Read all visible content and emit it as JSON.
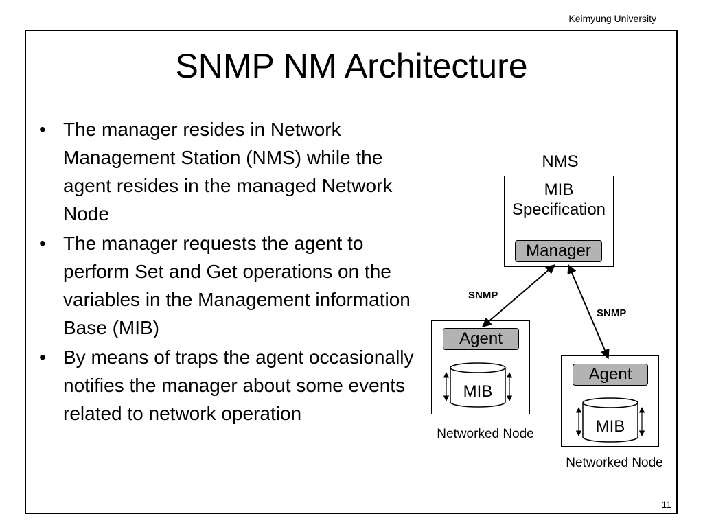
{
  "header": {
    "institution": "Keimyung University",
    "page_number": "11"
  },
  "slide": {
    "title": "SNMP NM Architecture",
    "bullets": [
      "The manager resides in Network Management Station (NMS) while the agent resides in the managed Network Node",
      "The manager requests the agent to perform Set and Get operations on the variables in the Management information Base (MIB)",
      "By means of traps the agent occasionally notifies the manager about some events related to network operation"
    ]
  },
  "diagram": {
    "nms": {
      "label": "NMS",
      "mib_line1": "MIB",
      "mib_line2": "Specification",
      "manager": "Manager"
    },
    "node_left": {
      "agent": "Agent",
      "mib": "MIB",
      "label": "Networked Node"
    },
    "node_right": {
      "agent": "Agent",
      "mib": "MIB",
      "label": "Networked Node"
    },
    "protocol_left": "SNMP",
    "protocol_right": "SNMP"
  }
}
